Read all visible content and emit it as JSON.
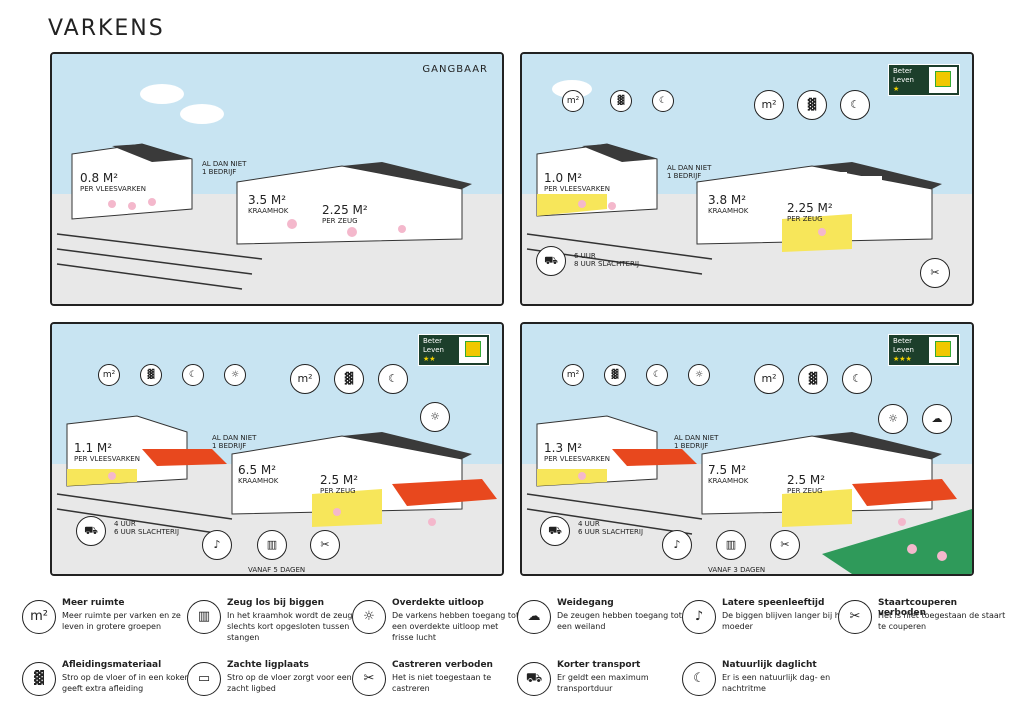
{
  "title": "VARKENS",
  "panels": {
    "p1": {
      "corner": "GANGBAAR",
      "area_left": "0.8 M²",
      "area_left_sub": "PER VLEESVARKEN",
      "note": "AL DAN NIET\n1 BEDRIJF",
      "area_mid": "3.5 M²",
      "area_mid_sub": "KRAAMHOK",
      "area_right": "2.25 M²",
      "area_right_sub": "PER ZEUG"
    },
    "p2": {
      "badge_title": "Beter\nLeven",
      "badge_stars": "★",
      "area_left": "1.0 M²",
      "area_left_sub": "PER VLEESVARKEN",
      "note": "AL DAN NIET\n1 BEDRIJF",
      "area_mid": "3.8 M²",
      "area_mid_sub": "KRAAMHOK",
      "area_right": "2.25 M²",
      "area_right_sub": "PER ZEUG",
      "transport": "6 UUR\n8 UUR SLACHTERIJ"
    },
    "p3": {
      "badge_title": "Beter\nLeven",
      "badge_stars": "★★",
      "area_left": "1.1 M²",
      "area_left_sub": "PER VLEESVARKEN",
      "note": "AL DAN NIET\n1 BEDRIJF",
      "area_mid": "6.5 M²",
      "area_mid_sub": "KRAAMHOK",
      "area_right": "2.5 M²",
      "area_right_sub": "PER ZEUG",
      "transport": "4 UUR\n6 UUR SLACHTERIJ",
      "days": "VANAF 5 DAGEN"
    },
    "p4": {
      "badge_title": "Beter\nLeven",
      "badge_stars": "★★★",
      "area_left": "1.3 M²",
      "area_left_sub": "PER VLEESVARKEN",
      "note": "AL DAN NIET\n1 BEDRIJF",
      "area_mid": "7.5 M²",
      "area_mid_sub": "KRAAMHOK",
      "area_right": "2.5 M²",
      "area_right_sub": "PER ZEUG",
      "transport": "4 UUR\n6 UUR SLACHTERIJ",
      "days": "VANAF 3 DAGEN"
    }
  },
  "legend": [
    {
      "icon": "m²",
      "icon_name": "space-icon",
      "title": "Meer ruimte",
      "desc": "Meer ruimte per varken en ze leven in grotere groepen"
    },
    {
      "icon": "▥",
      "icon_name": "crate-icon",
      "title": "Zeug los bij biggen",
      "desc": "In het kraamhok wordt de zeug slechts kort opgesloten tussen stangen"
    },
    {
      "icon": "☼",
      "icon_name": "covered-outdoor-icon",
      "title": "Overdekte uitloop",
      "desc": "De varkens hebben toegang tot een overdekte uitloop met frisse lucht"
    },
    {
      "icon": "☁",
      "icon_name": "pasture-icon",
      "title": "Weidegang",
      "desc": "De zeugen hebben toegang tot een weiland"
    },
    {
      "icon": "♪",
      "icon_name": "piglet-icon",
      "title": "Latere speenleeftijd",
      "desc": "De biggen blijven langer bij hun moeder"
    },
    {
      "icon": "✂",
      "icon_name": "tail-docking-icon",
      "title": "Staartcouperen verboden",
      "desc": "Het is niet toegestaan de staart te couperen"
    },
    {
      "icon": "▓",
      "icon_name": "straw-icon",
      "title": "Afleidingsmateriaal",
      "desc": "Stro op de vloer of in een koker geeft extra afleiding"
    },
    {
      "icon": "▭",
      "icon_name": "soft-bed-icon",
      "title": "Zachte ligplaats",
      "desc": "Stro op de vloer zorgt voor een zacht ligbed"
    },
    {
      "icon": "✂",
      "icon_name": "castration-icon",
      "title": "Castreren verboden",
      "desc": "Het is niet toegestaan te castreren"
    },
    {
      "icon": "⛟",
      "icon_name": "truck-icon",
      "title": "Korter transport",
      "desc": "Er geldt een maximum transportduur"
    },
    {
      "icon": "☾",
      "icon_name": "daylight-icon",
      "title": "Natuurlijk daglicht",
      "desc": "Er is een natuurlijk dag- en nachtritme"
    }
  ],
  "colors": {
    "sky": "#c8e4f2",
    "ground": "#e8e8e8",
    "roof": "#3a3a3a",
    "straw": "#f7e65a",
    "outdoor_roof": "#e8481e",
    "pasture": "#2f9a5a",
    "pig": "#f4b8cc"
  }
}
